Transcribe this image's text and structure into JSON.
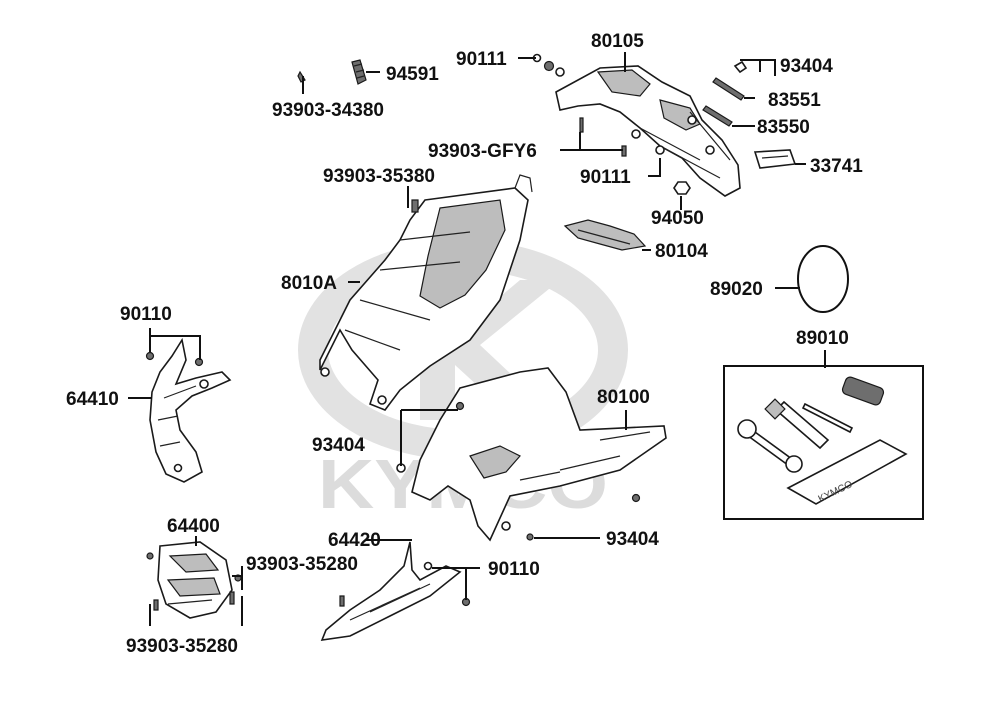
{
  "watermark": {
    "brand": "KYMCO"
  },
  "tool_kit_label": "KYMCO",
  "callouts": {
    "c80105": "80105",
    "c90111_top": "90111",
    "c94591": "94591",
    "c93903_34380": "93903-34380",
    "c93404_top": "93404",
    "c83551": "83551",
    "c83550": "83550",
    "c93903_gfy6": "93903-GFY6",
    "c33741": "33741",
    "c93903_35380": "93903-35380",
    "c90111_mid": "90111",
    "c94050": "94050",
    "c80104": "80104",
    "c89020": "89020",
    "c8010a": "8010A",
    "c90110_left": "90110",
    "c89010": "89010",
    "c64410": "64410",
    "c80100": "80100",
    "c93404_mid": "93404",
    "c93404_low": "93404",
    "c64400": "64400",
    "c64420": "64420",
    "c93903_35280_top": "93903-35280",
    "c90110_low": "90110",
    "c93903_35280_bottom": "93903-35280"
  }
}
